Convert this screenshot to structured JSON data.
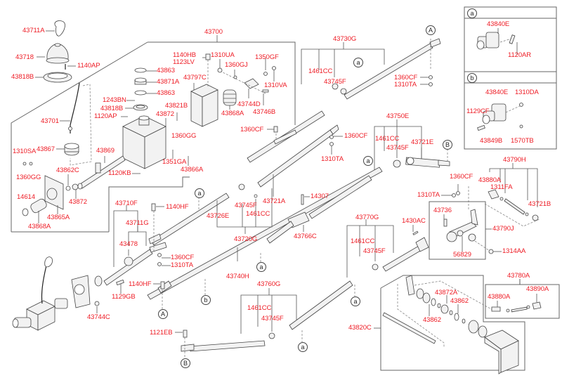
{
  "diagram": {
    "title": "Shift lever / control rod assembly exploded parts diagram",
    "label_color": "#ee1c25",
    "line_color": "#555555",
    "insets": [
      {
        "id": "a",
        "marker": "a",
        "parts": [
          "43840E",
          "1120AR"
        ]
      },
      {
        "id": "b",
        "marker": "b",
        "parts": [
          "43840E",
          "1310DA",
          "1129CF",
          "43849B",
          "1570TB"
        ]
      }
    ],
    "labels": {
      "p43711A": "43711A",
      "p43718": "43718",
      "p1140AP": "1140AP",
      "p43818B_top": "43818B",
      "p43700": "43700",
      "p1140HB": "1140HB",
      "p1123LV": "1123LV",
      "p1310UA": "1310UA",
      "p1360GJ": "1360GJ",
      "p1350GF": "1350GF",
      "p1310VA": "1310VA",
      "p43863_a": "43863",
      "p43871A": "43871A",
      "p43863_b": "43863",
      "p1243BN": "1243BN",
      "p43818B": "43818B",
      "p1120AP": "1120AP",
      "p43797C": "43797C",
      "p43821B": "43821B",
      "p43872_a": "43872",
      "p43868A_top": "43868A",
      "p43744D": "43744D",
      "p43746B": "43746B",
      "p43701": "43701",
      "p1360GG_a": "1360GG",
      "p1351GA": "1351GA",
      "p43866A": "43866A",
      "p1310SA": "1310SA",
      "p43867": "43867",
      "p43869": "43869",
      "p1360GG_b": "1360GG",
      "p43862C": "43862C",
      "p1120KB": "1120KB",
      "p14614": "14614",
      "p43872_b": "43872",
      "p43865A": "43865A",
      "p43868A": "43868A",
      "p43730G": "43730G",
      "p1461CC_a": "1461CC",
      "p43745F_a": "43745F",
      "p1360CF_a": "1360CF",
      "p1310TA_a": "1310TA",
      "p43750E": "43750E",
      "p1360CF_b": "1360CF",
      "p1360CF_c": "1360CF",
      "p1310TA_b": "1310TA",
      "p1461CC_b": "1461CC",
      "p43745F_b": "43745F",
      "p43721E": "43721E",
      "p43790H": "43790H",
      "p1360CF_d": "1360CF",
      "p43880A_a": "43880A",
      "p1311FA": "1311FA",
      "p1310TA_c": "1310TA",
      "p43721B": "43721B",
      "p43736": "43736",
      "p43790J": "43790J",
      "p56829": "56829",
      "p1314AA": "1314AA",
      "p14307": "14307",
      "p43721A": "43721A",
      "p43745F_c": "43745F",
      "p1461CC_c": "1461CC",
      "p43726E": "43726E",
      "p43720G": "43720G",
      "p43766C": "43766C",
      "p1430AC": "1430AC",
      "p43770G": "43770G",
      "p1461CC_d": "1461CC",
      "p43745F_d": "43745F",
      "p43710F": "43710F",
      "p1140HF_a": "1140HF",
      "p43711G": "43711G",
      "p43478": "43478",
      "p1360CF_e": "1360CF",
      "p1310TA_d": "1310TA",
      "p43740H": "43740H",
      "p1140HF_b": "1140HF",
      "p1129GB": "1129GB",
      "p43744C": "43744C",
      "p43760G": "43760G",
      "p1461CC_e": "1461CC",
      "p43745F_e": "43745F",
      "p1121EB": "1121EB",
      "p43780A": "43780A",
      "p43880A_b": "43880A",
      "p43890A": "43890A",
      "p43872A": "43872A",
      "p43862_a": "43862",
      "p43862_b": "43862",
      "p43820C": "43820C",
      "ins_a_43840E": "43840E",
      "ins_a_1120AR": "1120AR",
      "ins_b_43840E": "43840E",
      "ins_b_1310DA": "1310DA",
      "ins_b_1129CF": "1129CF",
      "ins_b_43849B": "43849B",
      "ins_b_1570TB": "1570TB"
    },
    "markers": {
      "A": "A",
      "B": "B",
      "a": "a",
      "b": "b"
    }
  }
}
